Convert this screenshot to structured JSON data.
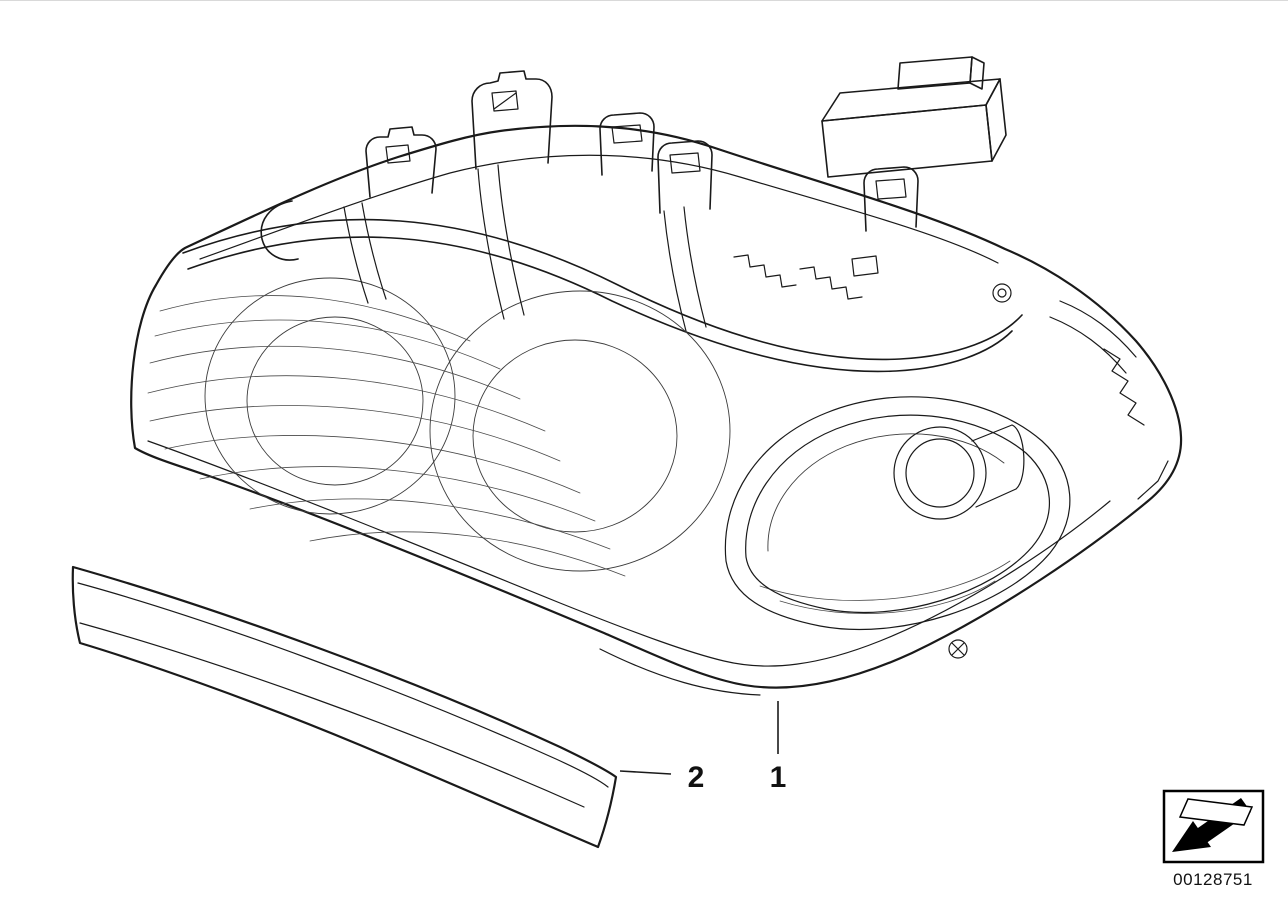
{
  "page": {
    "background_color": "#ffffff",
    "line_color": "#1a1a1a",
    "detail_line_color": "#3c3c3c"
  },
  "callouts": [
    {
      "label": "1"
    },
    {
      "label": "2"
    }
  ],
  "stamp": {
    "image_number": "00128751",
    "icon": "direction-arrow-icon"
  }
}
